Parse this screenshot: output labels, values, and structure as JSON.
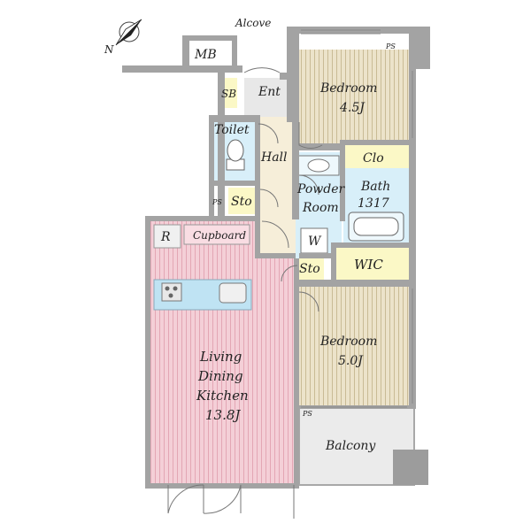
{
  "compass": {
    "label": "N"
  },
  "rooms": {
    "alcove": "Alcove",
    "mb": "MB",
    "ps_top": "PS",
    "sb": "SB",
    "ent": "Ent",
    "bedroom1_name": "Bedroom",
    "bedroom1_size": "4.5J",
    "toilet": "Toilet",
    "hall": "Hall",
    "clo": "Clo",
    "powder1": "Powder",
    "powder2": "Room",
    "bath_name": "Bath",
    "bath_size": "1317",
    "ps_left": "PS",
    "sto1": "Sto",
    "r": "R",
    "cupboard": "Cupboard",
    "w": "W",
    "sto2": "Sto",
    "wic": "WIC",
    "ldk1": "Living",
    "ldk2": "Dining",
    "ldk3": "Kitchen",
    "ldk_size": "13.8J",
    "bedroom2_name": "Bedroom",
    "bedroom2_size": "5.0J",
    "ps_balcony": "PS",
    "balcony": "Balcony"
  },
  "colors": {
    "wall": "#a8a8a8",
    "ldk_floor": "#f2c9d2",
    "bedroom_floor": "#e8dfc6",
    "wet_area": "#d6eef8",
    "storage": "#fbf8c4",
    "ent_floor": "#e9e9e9",
    "hall_floor": "#f5ecd6",
    "balcony": "#eaeaea"
  }
}
